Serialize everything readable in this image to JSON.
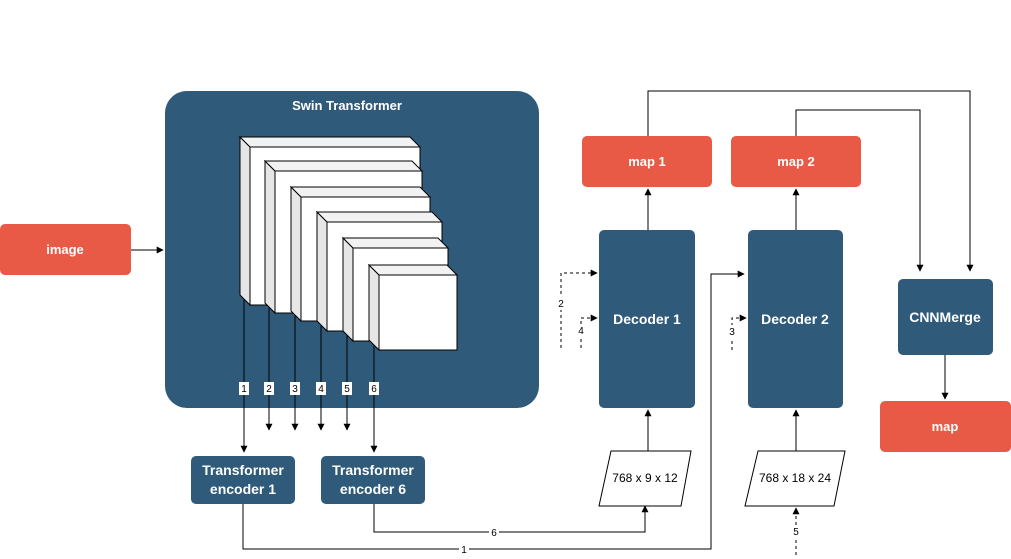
{
  "colors": {
    "panel": "#2f5a7a",
    "red": "#e85a45",
    "text_light": "#ffffff",
    "line": "#000000"
  },
  "swin": {
    "title": "Swin Transformer"
  },
  "image_box": {
    "label": "image"
  },
  "encoders": [
    {
      "line1": "Transformer",
      "line2": "encoder 1"
    },
    {
      "line1": "Transformer",
      "line2": "encoder 6"
    }
  ],
  "decoders": [
    {
      "label": "Decoder 1"
    },
    {
      "label": "Decoder 2"
    }
  ],
  "maps": [
    {
      "label": "map 1"
    },
    {
      "label": "map 2"
    }
  ],
  "merge": {
    "label": "CNNMerge"
  },
  "final_map": {
    "label": "map"
  },
  "feature_shapes": [
    {
      "label": "768 x 9 x 12"
    },
    {
      "label": "768 x 18 x 24"
    }
  ],
  "stage_tags": [
    "1",
    "2",
    "3",
    "4",
    "5",
    "6"
  ],
  "connector_tags": {
    "dec1_in_a": "2",
    "dec1_in_b": "4",
    "dec2_in": "3",
    "enc6_to_dec1": "6",
    "enc1_to_dec2": "1",
    "bottom_in": "5"
  }
}
